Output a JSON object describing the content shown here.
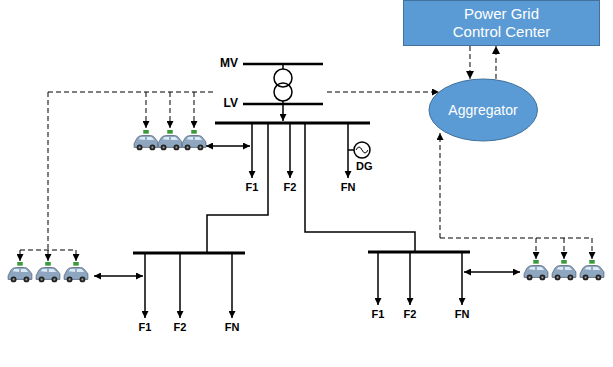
{
  "diagram": {
    "nodes": [
      {
        "text": [
          "Power Grid Control Center"
        ]
      },
      {
        "text": [
          "Aggregator"
        ]
      }
    ],
    "edges": [
      {
        "from": 0,
        "to": 1,
        "arrow": "to"
      },
      {
        "from": 1,
        "to": 0,
        "arrow": "to"
      }
    ],
    "labels": [
      "MV",
      "LV",
      "F1",
      "F2",
      "FN",
      "DG",
      "F1",
      "F2",
      "FN",
      "F1",
      "F2",
      "FN"
    ]
  }
}
